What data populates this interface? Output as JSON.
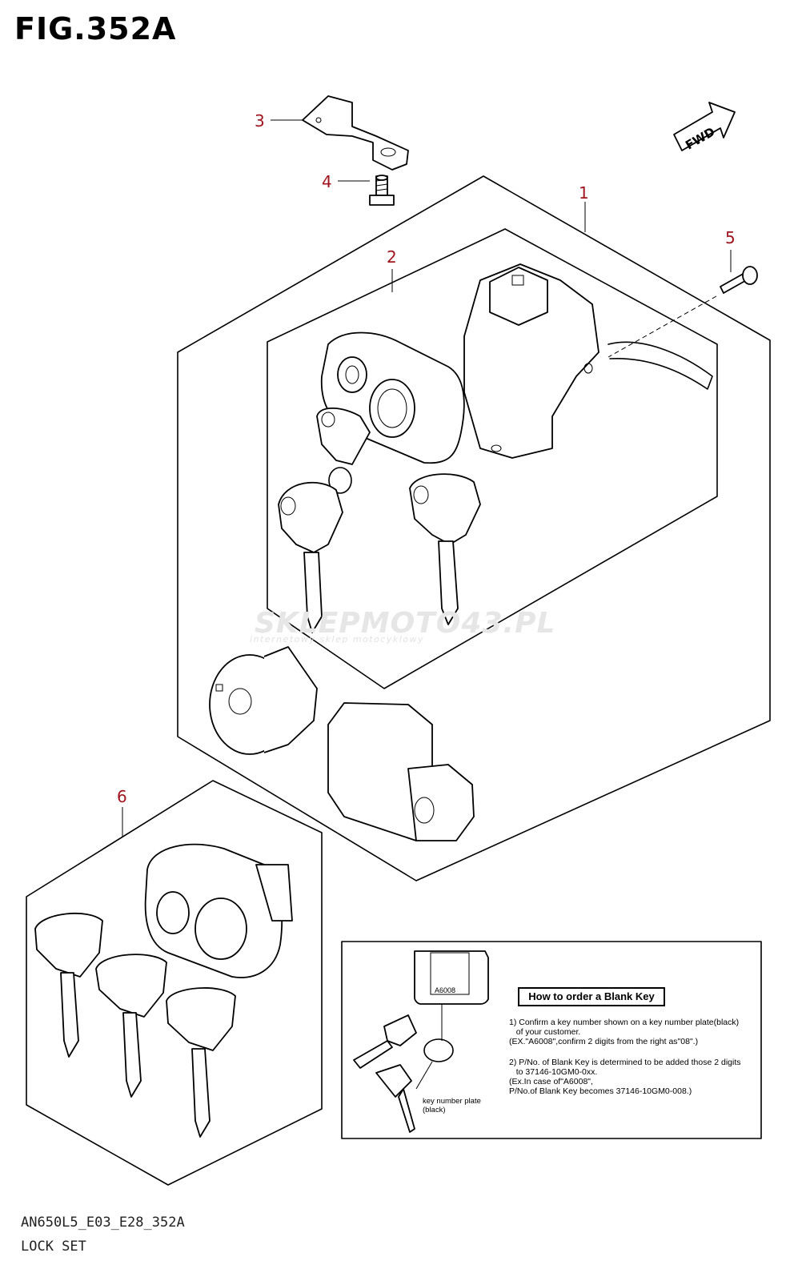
{
  "figure": {
    "title": "FIG.352A",
    "direction_badge": "FWD",
    "callouts": [
      "1",
      "2",
      "3",
      "4",
      "5",
      "6"
    ],
    "watermark": {
      "brand": "SKLEPMOTO43.PL",
      "tagline": "internetowy sklep motocyklowy"
    }
  },
  "blank_key_note": {
    "heading": "How to order a Blank Key",
    "plate_code": "A6008",
    "plate_caption": "key number plate\n(black)",
    "step1": "1) Confirm a key number shown on a key number plate(black)\n   of your customer.\n(EX.\"A6008\",confirm 2 digits from the right as\"08\".)",
    "step2": "2) P/No. of Blank Key is determined to be added those 2 digits\n   to 37146-10GM0-0xx.\n(Ex.In case of\"A6008\",\nP/No.of Blank Key becomes 37146-10GM0-008.)"
  },
  "footer": {
    "code": "AN650L5_E03_E28_352A",
    "caption": "LOCK SET"
  },
  "colors": {
    "callout": "#a0141e",
    "line": "#000000",
    "watermark": "#e6e6e6"
  }
}
